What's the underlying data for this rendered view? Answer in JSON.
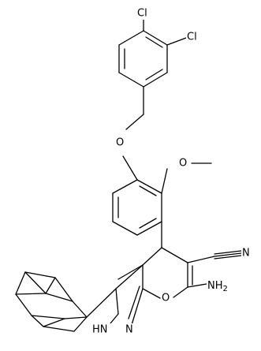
{
  "molecule": {
    "labels": {
      "cl_top": "Cl",
      "cl_right": "Cl",
      "o_ether": "O",
      "o_methoxy": "O",
      "n_nitrile": "N",
      "nh2": "NH",
      "nh2_sub": "2",
      "o_pyran": "O",
      "nh_pyrazole": "HN",
      "n_pyrazole": "N"
    },
    "colors": {
      "bond": "#000000",
      "text": "#000000",
      "background": "#ffffff"
    }
  }
}
